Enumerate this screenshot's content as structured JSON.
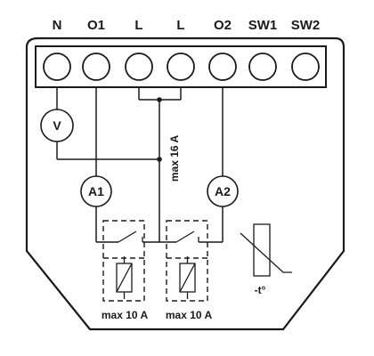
{
  "terminals": [
    {
      "label": "N"
    },
    {
      "label": "O1"
    },
    {
      "label": "L"
    },
    {
      "label": "L"
    },
    {
      "label": "O2"
    },
    {
      "label": "SW1"
    },
    {
      "label": "SW2"
    }
  ],
  "meters": {
    "voltmeter": "V",
    "ammeter_1": "A1",
    "ammeter_2": "A2"
  },
  "labels": {
    "input_current": "max 16 A",
    "relay_1_current": "max 10 A",
    "relay_2_current": "max 10 A",
    "thermistor": "-t°"
  }
}
